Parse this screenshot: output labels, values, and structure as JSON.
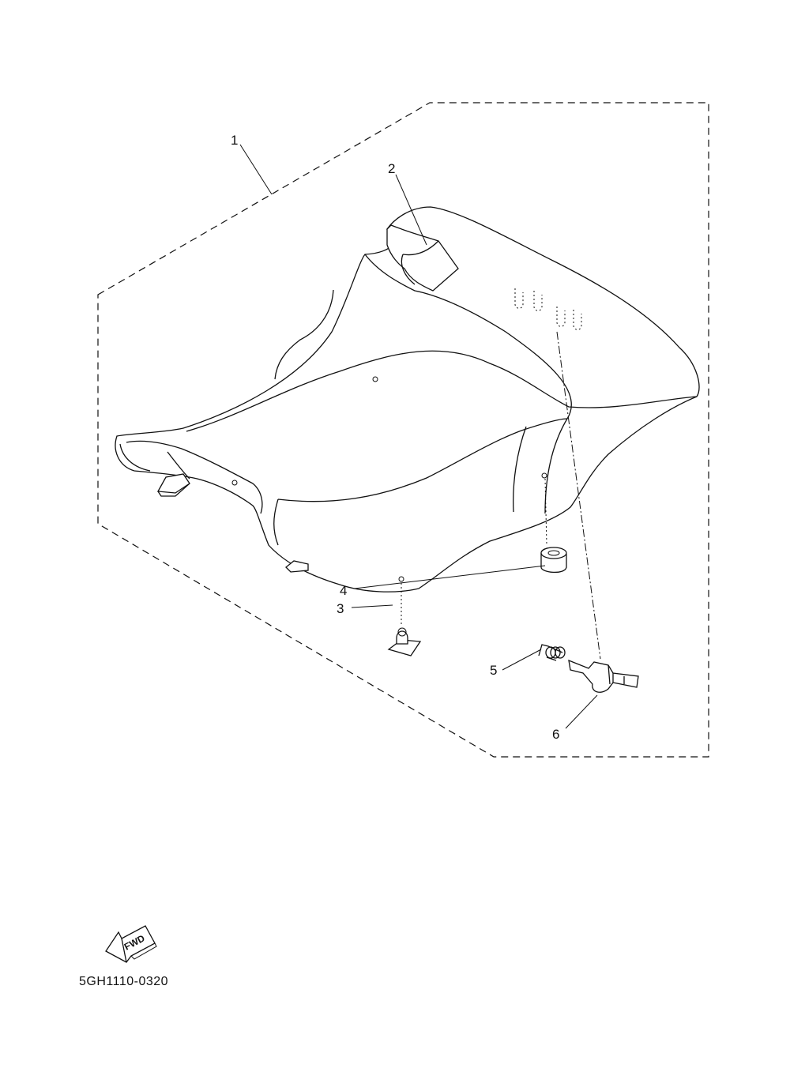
{
  "diagram": {
    "callouts": [
      "1",
      "2",
      "3",
      "4",
      "5",
      "6"
    ],
    "fwd_label": "FWD",
    "drawing_code": "5GH1110-0320"
  }
}
